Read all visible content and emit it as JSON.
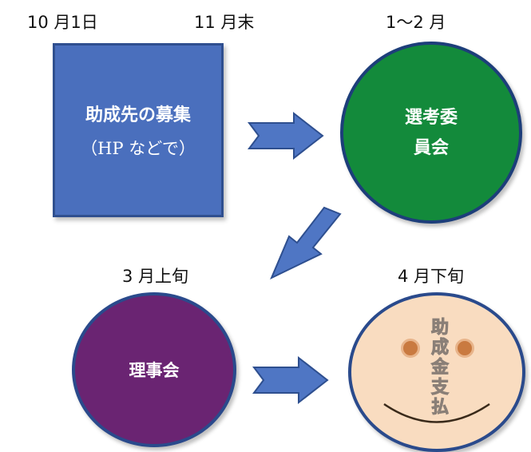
{
  "labels": {
    "oct1": "10 月1日",
    "nov_end": "11 月末",
    "jan_feb": "1～2 月",
    "early_march": "3 月上旬",
    "late_april": "4 月下旬"
  },
  "recruitment": {
    "line1": "助成先の募集",
    "line2": "（HP などで）"
  },
  "committee": {
    "line1": "選考委",
    "line2": "員会"
  },
  "board": {
    "label": "理事会"
  },
  "payment": {
    "chars": [
      "助",
      "成",
      "金",
      "支",
      "払"
    ]
  },
  "colors": {
    "recruitment_box": "#4a6fbd",
    "committee_circle": "#138a3b",
    "board_circle": "#6a2472",
    "payment_circle": "#f9dcc0",
    "arrows": "#4f76c4"
  }
}
